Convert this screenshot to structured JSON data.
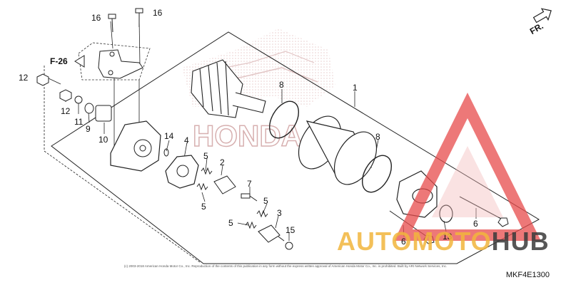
{
  "diagram": {
    "ref_label": "F-26",
    "direction_label": "FR.",
    "diagram_code": "MKF4E1300",
    "copyright": "(c) 2003-2018 American Honda Motor Co., Inc. Reproduction of the contents of this publication in any form without the express written approval of American Honda Motor Co., Inc. is prohibited. Built by ARI Network Services, Inc.",
    "brand_watermark_text": "HONDA",
    "callouts": {
      "c16a": "16",
      "c16b": "16",
      "c12a": "12",
      "c12b": "12",
      "c11": "11",
      "c9": "9",
      "c10": "10",
      "c14": "14",
      "c4": "4",
      "c5a": "5",
      "c2": "2",
      "c5b": "5",
      "c7": "7",
      "c5c": "5",
      "c3": "3",
      "c5d": "5",
      "c15": "15",
      "c8a": "8",
      "c1": "1",
      "c8b": "8",
      "c6a": "6",
      "c13": "13",
      "c6b": "6"
    }
  },
  "watermark": {
    "part1": "AUTOMOTO",
    "part2": "HUB",
    "color_accent": "#f2b63d",
    "color_dark": "#3a3a3a",
    "triangle_color": "#e74c4c"
  }
}
